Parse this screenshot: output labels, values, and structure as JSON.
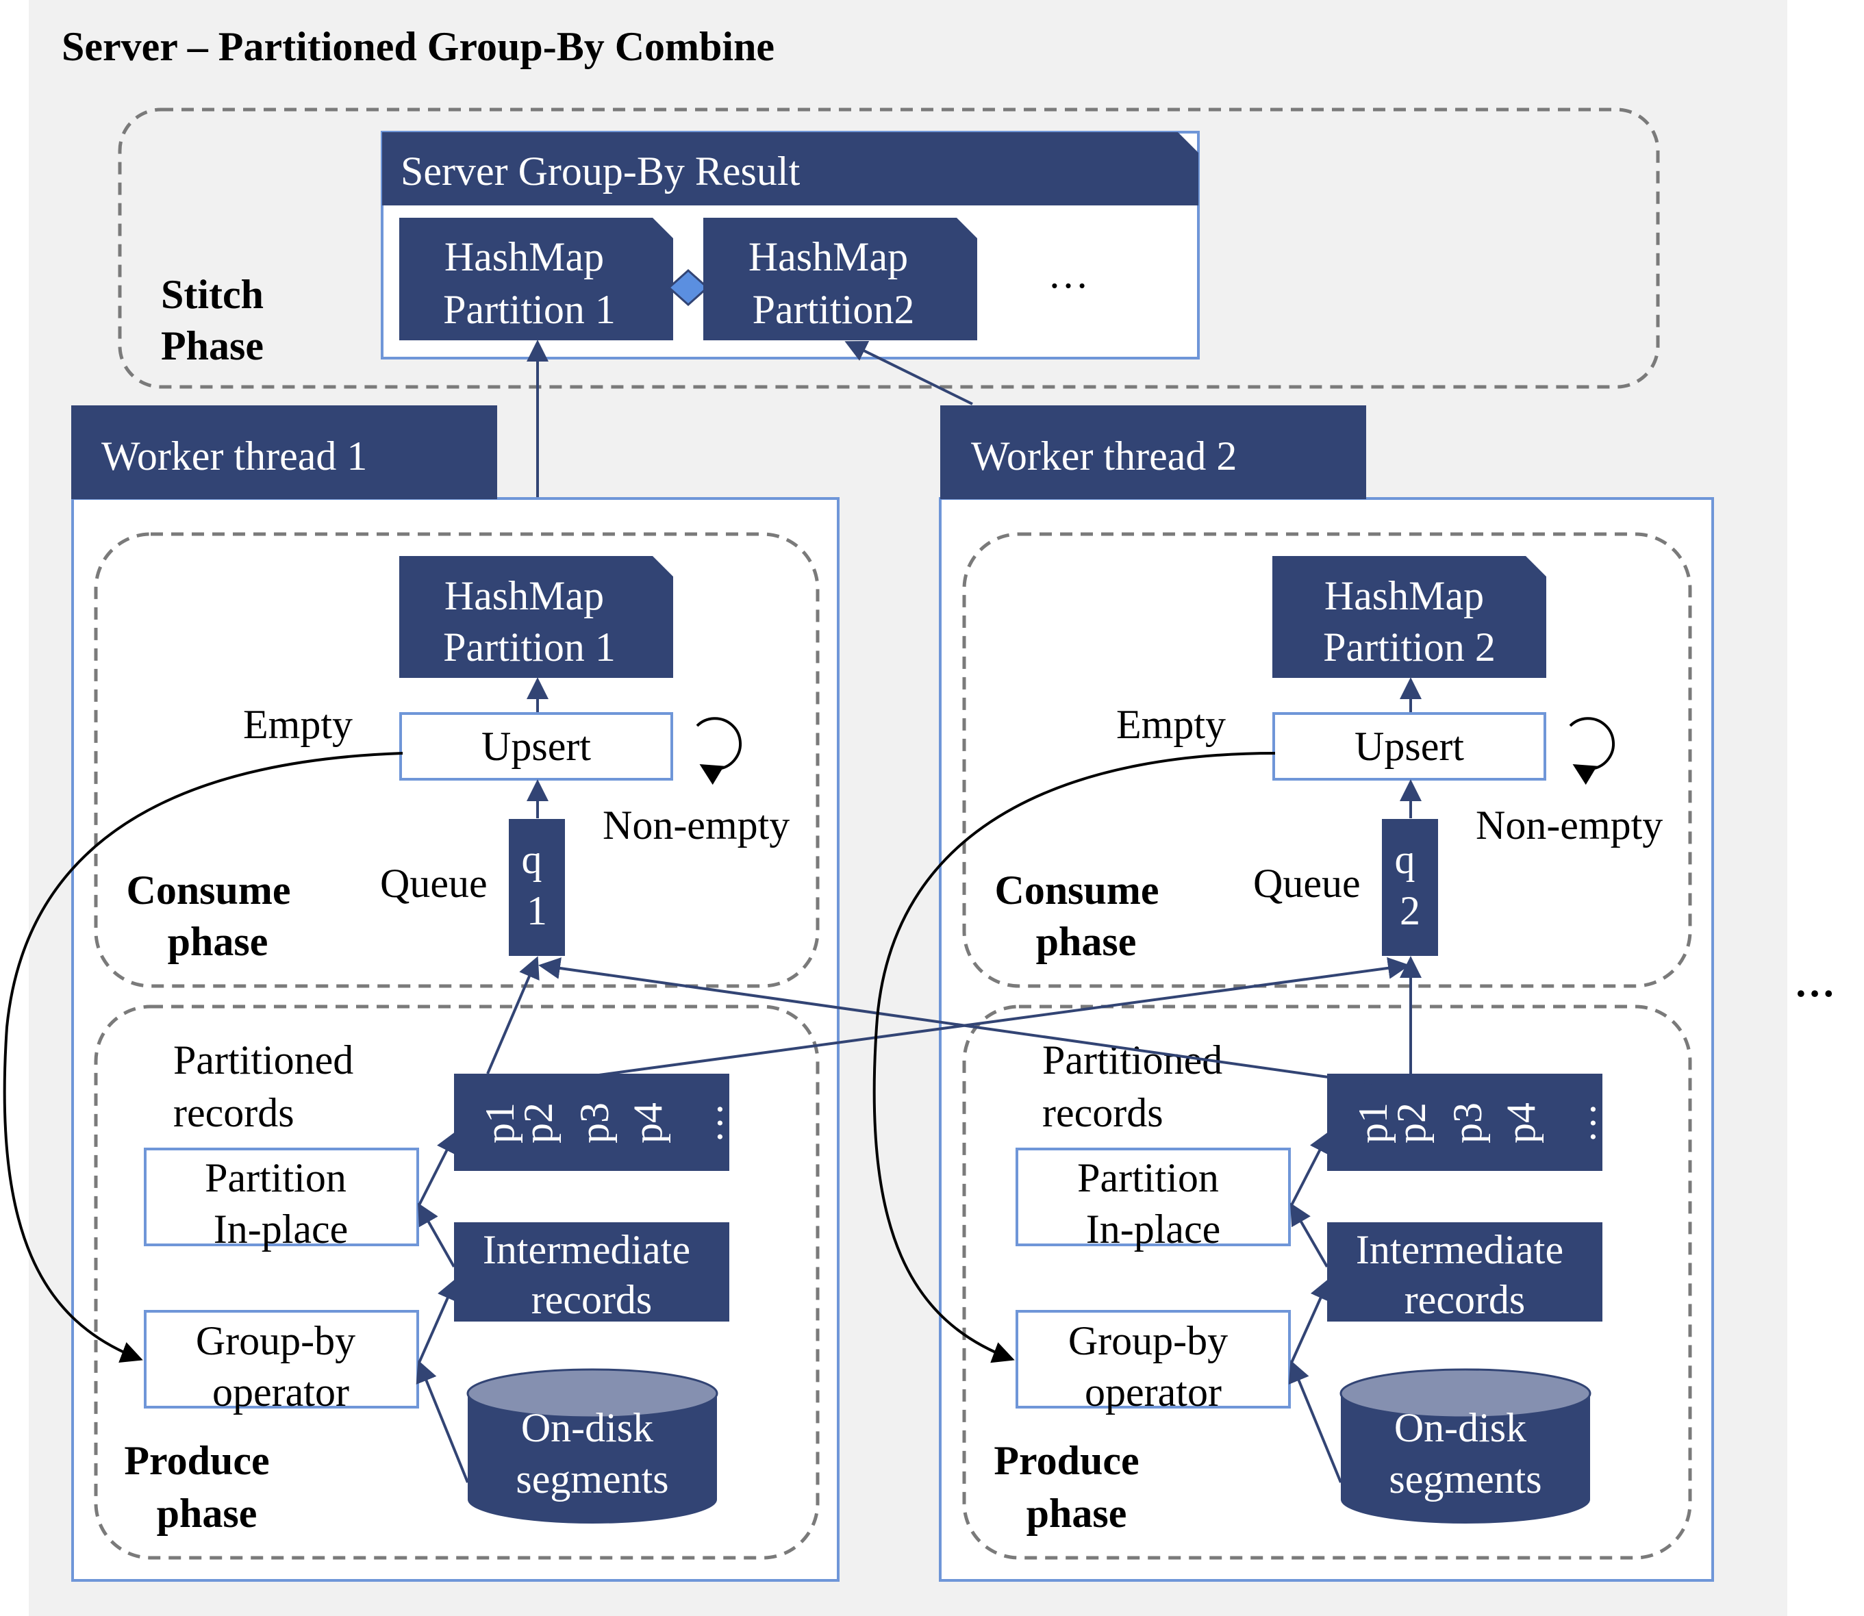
{
  "title": "Server – Partitioned Group-By Combine",
  "stitch": {
    "phase_label": [
      "Stitch",
      "Phase"
    ],
    "result_title": "Server Group-By Result",
    "partition1": [
      "HashMap",
      "Partition 1"
    ],
    "partition2": [
      "HashMap",
      "Partition2"
    ],
    "ellipsis": "…"
  },
  "workers": [
    {
      "title": "Worker thread 1",
      "hashmap": [
        "HashMap",
        "Partition 1"
      ],
      "upsert": "Upsert",
      "empty": "Empty",
      "nonempty": "Non-empty",
      "queue_label": "Queue",
      "queue": [
        "q",
        "1"
      ],
      "consume": [
        "Consume",
        "phase"
      ],
      "partitioned": [
        "Partitioned",
        "records"
      ],
      "parts": [
        "p1",
        "p2",
        "p3",
        "p4",
        "…"
      ],
      "partition_inplace": [
        "Partition",
        "In-place"
      ],
      "intermediate": [
        "Intermediate",
        "records"
      ],
      "groupby": [
        "Group-by",
        "operator"
      ],
      "ondisk": [
        "On-disk",
        "segments"
      ],
      "produce": [
        "Produce",
        "phase"
      ]
    },
    {
      "title": "Worker thread 2",
      "hashmap": [
        "HashMap",
        "Partition 2"
      ],
      "upsert": "Upsert",
      "empty": "Empty",
      "nonempty": "Non-empty",
      "queue_label": "Queue",
      "queue": [
        "q",
        "2"
      ],
      "consume": [
        "Consume",
        "phase"
      ],
      "partitioned": [
        "Partitioned",
        "records"
      ],
      "parts": [
        "p1",
        "p2",
        "p3",
        "p4",
        "…"
      ],
      "partition_inplace": [
        "Partition",
        "In-place"
      ],
      "intermediate": [
        "Intermediate",
        "records"
      ],
      "groupby": [
        "Group-by",
        "operator"
      ],
      "ondisk": [
        "On-disk",
        "segments"
      ],
      "produce": [
        "Produce",
        "phase"
      ]
    }
  ],
  "more_workers": "…",
  "colors": {
    "box_fill": "#324474",
    "outline_blue": "#6f96d8",
    "background": "#f1f1f1",
    "cylinder_top": "#8590b0",
    "diamond": "#5b8fe0"
  }
}
